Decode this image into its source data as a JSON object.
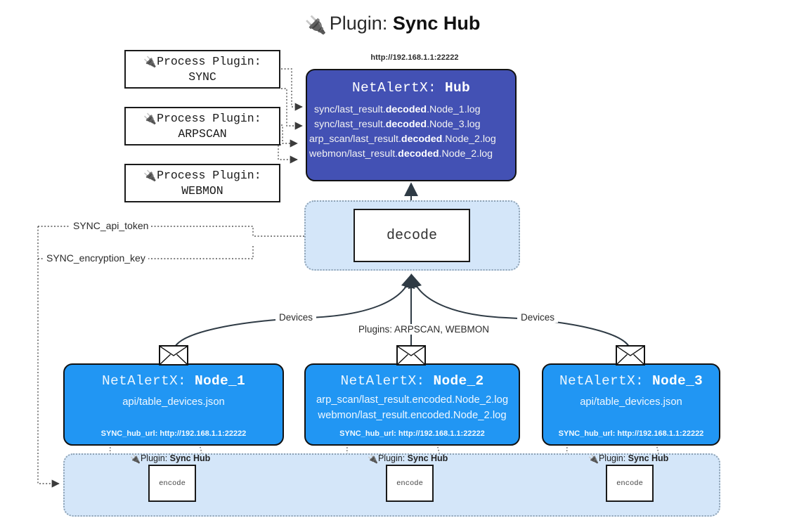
{
  "title": {
    "icon": "plug-icon",
    "glyph": "🔌",
    "prefix": "Plugin:",
    "name": "Sync Hub"
  },
  "process_plugins": [
    {
      "line1": "Process Plugin:",
      "line2": "SYNC",
      "glyph": "🔌"
    },
    {
      "line1": "Process Plugin:",
      "line2": "ARPSCAN",
      "glyph": "🔌"
    },
    {
      "line1": "Process Plugin:",
      "line2": "WEBMON",
      "glyph": "🔌"
    }
  ],
  "hub": {
    "url": "http://192.168.1.1:22222",
    "title_prefix": "NetAlertX:",
    "title_name": "Hub",
    "logs": [
      {
        "pre": "sync/last_result.",
        "mid": "decoded",
        "post": ".Node_1.log"
      },
      {
        "pre": "sync/last_result.",
        "mid": "decoded",
        "post": ".Node_3.log"
      },
      {
        "pre": "arp_scan/last_result.",
        "mid": "decoded",
        "post": ".Node_2.log"
      },
      {
        "pre": "webmon/last_result.",
        "mid": "decoded",
        "post": ".Node_2.log"
      }
    ]
  },
  "decode": {
    "label": "decode"
  },
  "tokens": [
    {
      "label": "SYNC_api_token"
    },
    {
      "label": "SYNC_encryption_key"
    }
  ],
  "edge_labels": {
    "left_devices": "Devices",
    "right_devices": "Devices",
    "center_plugins": "Plugins: ARPSCAN, WEBMON"
  },
  "nodes": [
    {
      "title_prefix": "NetAlertX:",
      "title_name": "Node_1",
      "lines": [
        "api/table_devices.json"
      ],
      "hub_url_label": "SYNC_hub_url: http://192.168.1.1:22222",
      "icon": "envelope-icon"
    },
    {
      "title_prefix": "NetAlertX:",
      "title_name": "Node_2",
      "lines": [
        "arp_scan/last_result.encoded.Node_2.log",
        "webmon/last_result.encoded.Node_2.log"
      ],
      "hub_url_label": "SYNC_hub_url: http://192.168.1.1:22222",
      "icon": "envelope-icon"
    },
    {
      "title_prefix": "NetAlertX:",
      "title_name": "Node_3",
      "lines": [
        "api/table_devices.json"
      ],
      "hub_url_label": "SYNC_hub_url: http://192.168.1.1:22222",
      "icon": "envelope-icon"
    }
  ],
  "encoders": [
    {
      "plugin_prefix": "Plugin:",
      "plugin_name": "Sync Hub",
      "glyph": "🔌",
      "box_label": "encode"
    },
    {
      "plugin_prefix": "Plugin:",
      "plugin_name": "Sync Hub",
      "glyph": "🔌",
      "box_label": "encode"
    },
    {
      "plugin_prefix": "Plugin:",
      "plugin_name": "Sync Hub",
      "glyph": "🔌",
      "box_label": "encode"
    }
  ],
  "colors": {
    "hub_fill": "#4351b4",
    "node_fill": "#2196f3",
    "container_fill": "#d4e6f9",
    "container_border": "#8ea2b4",
    "stroke": "#121212"
  }
}
